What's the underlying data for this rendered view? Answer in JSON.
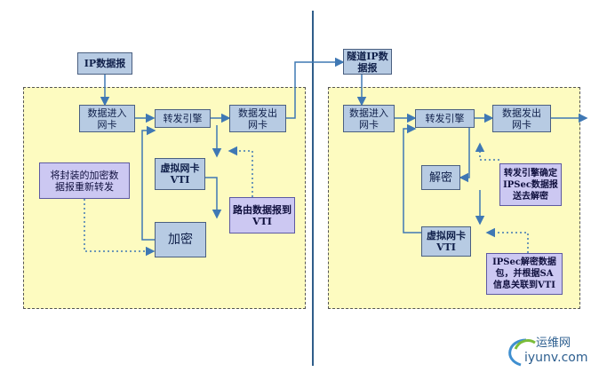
{
  "left": {
    "ip_packet": "IP数据报",
    "nic_in": "数据进入\n网卡",
    "forwarding_engine": "转发引擎",
    "nic_out": "数据发出\n网卡",
    "virtual_nic": "虚拟网卡\nVTI",
    "encrypt": "加密",
    "note_encrypted": "将封装的加密数\n据报重新转发",
    "note_route": "路由数据报到\nVTI"
  },
  "right": {
    "tunnel_packet": "隧道IP数\n据报",
    "nic_in": "数据进入\n网卡",
    "forwarding_engine": "转发引擎",
    "nic_out": "数据发出\n网卡",
    "decrypt": "解密",
    "virtual_nic": "虚拟网卡\nVTI",
    "note_engine": "转发引擎确定\nIPSec数据报\n送去解密",
    "note_sa": "IPSec解密数据\n包，并根据SA\n信息关联到VTI"
  },
  "watermark": {
    "name": "运维网",
    "url": "iyunv.com"
  },
  "colors": {
    "region_fill": "#fdfbc0",
    "box_fill": "#b7cbe3",
    "note_fill": "#ccc8f2",
    "wire": "#3f78b4",
    "divider": "#2f5d8a"
  }
}
